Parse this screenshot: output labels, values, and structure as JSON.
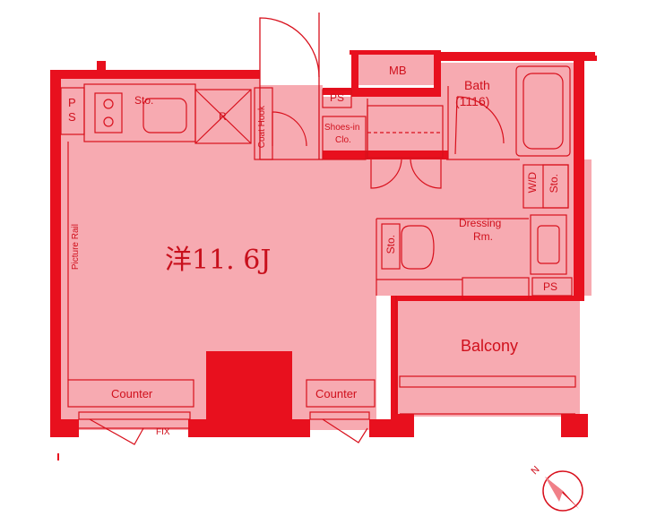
{
  "rooms": {
    "main_room": "洋11. 6J",
    "bath": "Bath",
    "bath_size": "(1116)",
    "dressing_line1": "Dressing",
    "dressing_line2": "Rm.",
    "balcony": "Balcony"
  },
  "fixtures": {
    "mb": "MB",
    "ps_left_top": "P",
    "ps_left_bottom": "S",
    "ps_upper": "PS",
    "ps_lower": "PS",
    "sto_kitchen": "Sto.",
    "refrigerator": "R",
    "coat_hook": "Coat Hook",
    "shoes_in_line1": "Shoes-in",
    "shoes_in_line2": "Clo.",
    "wd": "W/D",
    "sto_wd": "Sto.",
    "sto_toilet": "Sto.",
    "picture_rail": "Picture Rail",
    "counter_left": "Counter",
    "counter_right": "Counter",
    "fix": "FIX",
    "north": "N"
  },
  "colors": {
    "wall": "#e8101e",
    "line": "#d8101c",
    "fill": "#f5a6ad",
    "text": "#d0101c"
  }
}
